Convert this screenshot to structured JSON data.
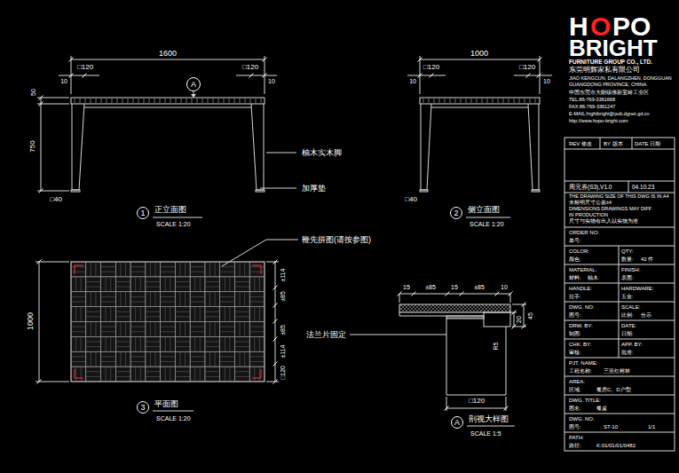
{
  "diagram": {
    "nodes": [
      {
        "text": [
          "A"
        ]
      },
      {
        "text": [
          "1"
        ]
      },
      {
        "text": [
          "2"
        ]
      },
      {
        "text": [
          "3"
        ]
      },
      {
        "text": [
          "A"
        ]
      }
    ],
    "labels": [
      "1600",
      "□120",
      "□120",
      "10",
      "10",
      "50",
      "750",
      "□40",
      "柚木实木脚",
      "加厚垫",
      "正立面图",
      "SCALE 1:20",
      "1000",
      "□120",
      "□120",
      "10",
      "10",
      "□40",
      "侧立面图",
      "SCALE 1:20",
      "鞭先拼图(请按参图)",
      "1000",
      "±114",
      "±85",
      "±85",
      "±114",
      "□120",
      "平面图",
      "SCALE 1:20",
      "15",
      "±85",
      "15",
      "±85",
      "10",
      "45",
      "20",
      "R5",
      "□120",
      "法兰片固定",
      "剖视大样图",
      "SCALE 1:5",
      "H",
      "O",
      "PO",
      "BRIGHT",
      "FURNITURE GROUP CO., LTD.",
      "东莞明辉家私有限公司",
      "JIAO KENGCUN, DALANGZHEN, DONGGUAN",
      "GUANGDONG PROVINCE, CHINA.",
      "中国东莞市大朗镇佛新宝岭工业区",
      "TEL:86-769-3361668",
      "FAX:86-769-3361247",
      "E-MAIL:hightbright@pub.dgnet.gd.cn",
      "http://www.hopo-bright.com",
      "REV 修改",
      "BY 版本",
      "DATE 日期",
      "周元券(S3),V1.0",
      "04.10.23",
      "THE DRAWING SIZE OF THIS DWG IS IN A4",
      "未标明尺寸公差±4",
      "DIMENSIONS DRAWINGS MAY DIFF",
      "IN PRODUCTION",
      "尺寸与实物有出入以实物为准",
      "ORDER NO:",
      "单号:",
      "COLOR:",
      "QTY:",
      "颜色:",
      "数量:",
      "42 件",
      "MATERIAL:",
      "FINISH:",
      "材料:",
      "柚木",
      "表面:",
      "HANDLE:",
      "HARDWARE:",
      "拉手:",
      "五金:",
      "DWG. NO:",
      "SCALE:",
      "图号:",
      "比例:",
      "分示",
      "DRW. BY:",
      "DATE:",
      "制图:",
      "日期:",
      "CHK. BY:",
      "APP. BY:",
      "审核:",
      "批准:",
      "PJT. NAME:",
      "工程名称:",
      "三亚红树林",
      "AREA:",
      "区域:",
      "餐房C、D户型",
      "DWG. TITLE:",
      "图名:",
      "餐桌",
      "DWG. NO:",
      "图号:",
      "ST-10",
      "1/1",
      "PATH:",
      "路径:",
      "K:01/01/01/0482"
    ]
  }
}
